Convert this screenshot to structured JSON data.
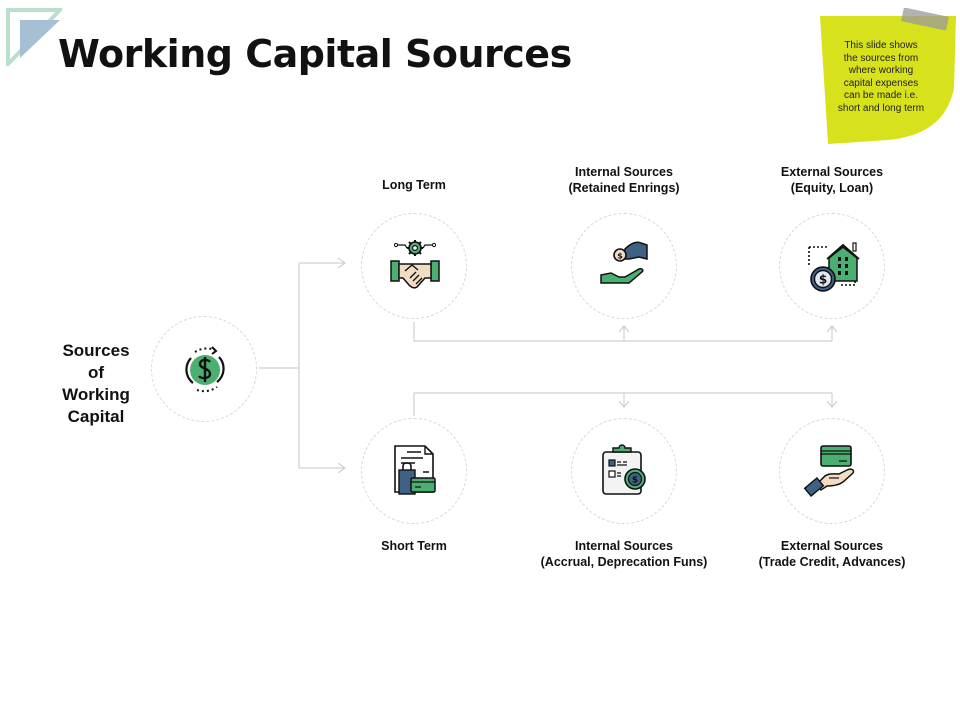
{
  "title": "Working Capital Sources",
  "sticky_note": {
    "text": "This slide shows the sources from where working capital expenses can be made i.e. short and long term",
    "lines": [
      "This slide shows",
      "the sources from",
      "where working",
      "capital expenses",
      "can be made i.e.",
      "short and long term"
    ],
    "color": "#d7e21c"
  },
  "center": {
    "label_lines": [
      "Sources",
      "of",
      "Working",
      "Capital"
    ],
    "icon": "dollar-cycle-icon"
  },
  "long_term": {
    "label": "Long Term",
    "icon": "handshake-gear-icon",
    "internal": {
      "title": "Internal Sources",
      "detail": "(Retained Enrings)",
      "icon": "hand-giving-coin-icon"
    },
    "external": {
      "title": "External Sources",
      "detail": "(Equity, Loan)",
      "icon": "house-coin-icon"
    }
  },
  "short_term": {
    "label": "Short Term",
    "icon": "invoice-shopping-icon",
    "internal": {
      "title": "Internal Sources",
      "detail": "(Accrual, Deprecation Funs)",
      "icon": "clipboard-dollar-icon"
    },
    "external": {
      "title": "External Sources",
      "detail": "(Trade Credit, Advances)",
      "icon": "hand-credit-card-icon"
    }
  },
  "colors": {
    "accent_green": "#4caf72",
    "accent_blue": "#3e6185",
    "skin": "#f3dcc4",
    "line_gray": "#d0d0d0"
  }
}
